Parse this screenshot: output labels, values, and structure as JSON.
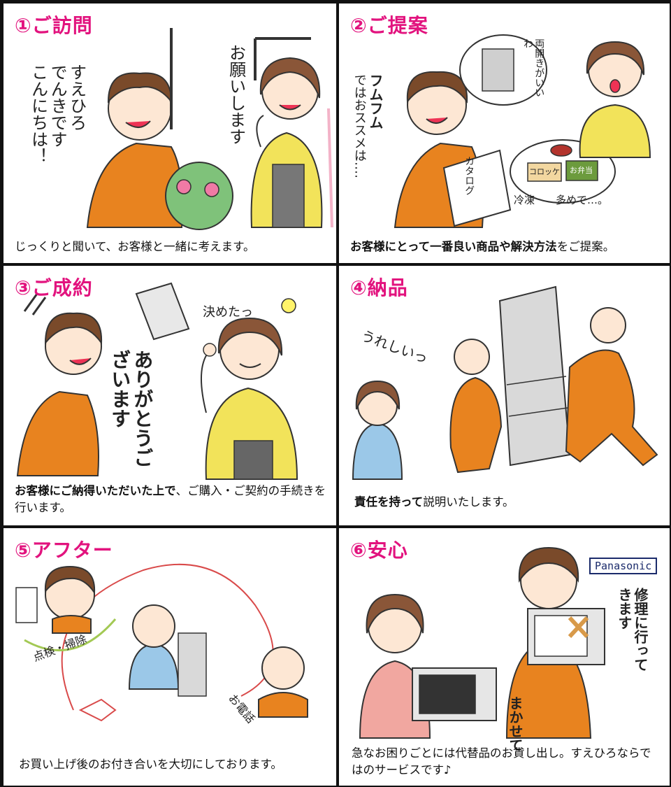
{
  "colors": {
    "title": "#e2137e",
    "uniform": "#e8831f",
    "cardigan": "#f2e35a",
    "border": "#111111"
  },
  "panels": [
    {
      "num": "①",
      "title": "ご訪問",
      "caption_plain": "じっくりと聞いて、お客様と一緒に考えます。",
      "bubble_staff": "すえひろ でんきです こんにちは！",
      "bubble_staff_cols": [
        "すえひろ",
        "でんきです",
        "こんにちは！"
      ],
      "bubble_customer": "お願いします"
    },
    {
      "num": "②",
      "title": "ご提案",
      "caption_bold": "お客様にとって一番良い商品や解決方法",
      "caption_plain": "をご提案。",
      "bubble_staff_a": "フムフム",
      "bubble_staff_b": "ではおススメは‥‥",
      "catalog": "カタログ",
      "thought_top": "両開きがいいわ",
      "thought_food_1": "コロッケ",
      "thought_food_2": "お弁当",
      "thought_food_3": "冷凍",
      "thought_food_4": "多めで…。"
    },
    {
      "num": "③",
      "title": "ご成約",
      "caption_bold": "お客様にご納得いただいた上で",
      "caption_plain": "、ご購入・ご契約の手続きを行います。",
      "bubble_staff": "ありがとうございます",
      "bubble_customer": "決めたっ"
    },
    {
      "num": "④",
      "title": "納品",
      "caption_bold": "責任を持って",
      "caption_plain": "説明いたします。",
      "bubble_customer": "うれしいっ"
    },
    {
      "num": "⑤",
      "title": "アフター",
      "caption_plain": "お買い上げ後のお付き合いを大切にしております。",
      "label_check": "点検・掃除",
      "label_phone": "お電話"
    },
    {
      "num": "⑥",
      "title": "安心",
      "caption_plain": "急なお困りごとには代替品のお貸し出し。すえひろならではのサービスです♪",
      "logo": "Panasonic",
      "bubble_repair": "修理に行ってきます",
      "bubble_leave": "まかせて"
    }
  ]
}
